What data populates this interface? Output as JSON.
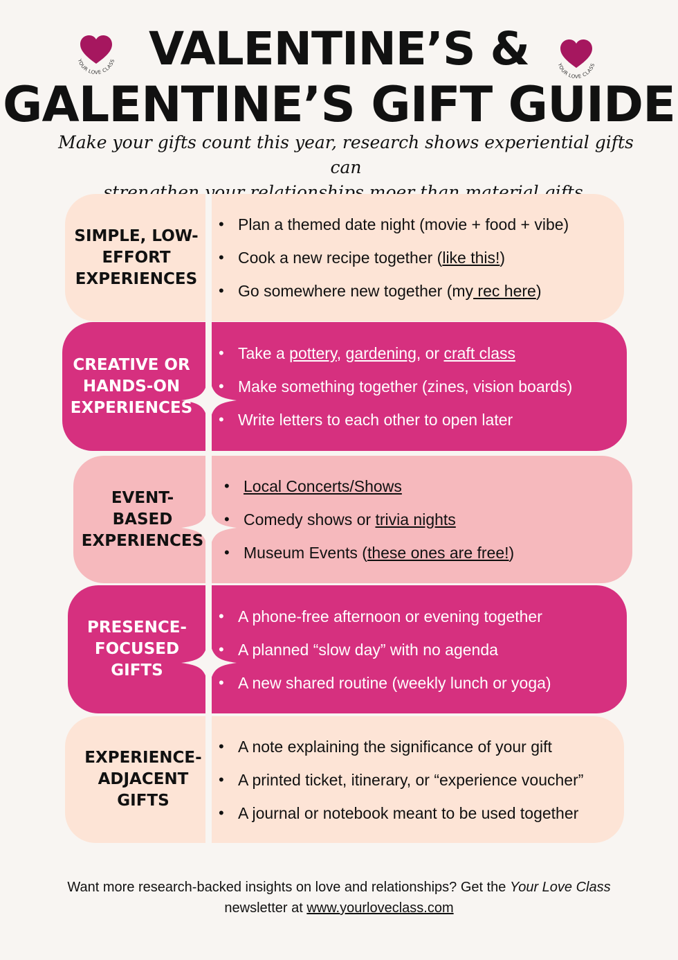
{
  "header": {
    "title_line1": "VALENTINE’S &",
    "title_line2": "GALENTINE’S GIFT GUIDE",
    "subtitle_line1": "Make your gifts count this year, research shows experiential gifts can",
    "subtitle_line2": "strengthen your relationships moer than material gifts.",
    "logo_text": "YOUR LOVE CLASS"
  },
  "colors": {
    "magenta": "#d6307f",
    "pink": "#f6b9bd",
    "peach": "#fde4d6",
    "heart": "#a6175f",
    "background": "#f8f5f2"
  },
  "sections": [
    {
      "category_lines": [
        "SIMPLE, LOW-",
        "EFFORT",
        "EXPERIENCES"
      ],
      "items": [
        {
          "pre": "Plan a themed date night (movie + food + vibe)"
        },
        {
          "pre": "Cook a new recipe together (",
          "link": "like this!",
          "post": ")"
        },
        {
          "pre": "Go somewhere new together (my",
          "link": " rec here",
          "post": ")"
        }
      ]
    },
    {
      "category_lines": [
        "CREATIVE OR",
        "HANDS-ON",
        "EXPERIENCES"
      ],
      "items": [
        {
          "pre": "Take a ",
          "link": "pottery",
          "mid": ", ",
          "link2": "gardening",
          "mid2": ", or ",
          "link3": "craft class"
        },
        {
          "pre": "Make something together (zines, vision boards)"
        },
        {
          "pre": "Write letters to each other to open later"
        }
      ]
    },
    {
      "category_lines": [
        "EVENT-",
        "BASED",
        "EXPERIENCES"
      ],
      "items": [
        {
          "link": "Local Concerts/Shows"
        },
        {
          "pre": "Comedy shows or ",
          "link": "trivia nights"
        },
        {
          "pre": "Museum Events (",
          "link": "these ones are free!",
          "post": ")"
        }
      ]
    },
    {
      "category_lines": [
        "PRESENCE-",
        "FOCUSED",
        "GIFTS"
      ],
      "items": [
        {
          "pre": "A phone-free afternoon or evening together"
        },
        {
          "pre": "A planned “slow day” with no agenda"
        },
        {
          "pre": "A new shared routine (weekly lunch or yoga)"
        }
      ]
    },
    {
      "category_lines": [
        "EXPERIENCE-",
        "ADJACENT",
        "GIFTS"
      ],
      "items": [
        {
          "pre": "A note explaining the significance of your gift"
        },
        {
          "pre": "A printed ticket, itinerary, or “experience voucher”"
        },
        {
          "pre": "A journal or notebook meant to be used together"
        }
      ]
    }
  ],
  "footer": {
    "line1_pre": "Want more research-backed insights on love and relationships? Get the ",
    "line1_italic": "Your Love Class",
    "line2_pre": "newsletter at ",
    "line2_link": "www.yourloveclass.com"
  }
}
